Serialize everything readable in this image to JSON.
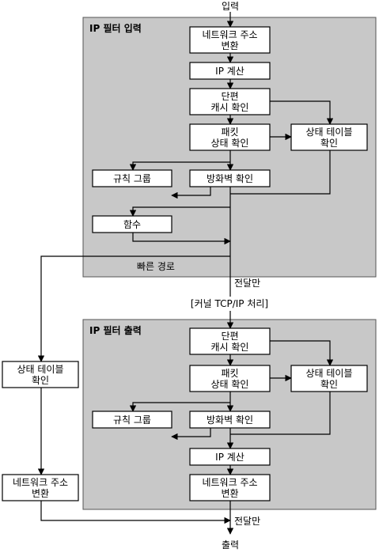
{
  "labels": {
    "input": "입력",
    "output": "출력",
    "fast_path": "빠른 경로",
    "pass_only_1": "전달만",
    "kernel": "[커널 TCP/IP 처리]",
    "pass_only_2": "전달만"
  },
  "input_panel": {
    "title": "IP 필터 입력",
    "nat": [
      "네트워크 주소",
      "변환"
    ],
    "ip_accounting": "IP 계산",
    "fragment_cache": [
      "단편",
      "캐시 확인"
    ],
    "packet_check": [
      "패킷",
      "상태 확인"
    ],
    "state_table": [
      "상태 테이블",
      "확인"
    ],
    "rule_group": "규칙 그룹",
    "firewall": "방화벽 확인",
    "function": "함수"
  },
  "output_panel": {
    "title": "IP 필터 출력",
    "fragment_cache": [
      "단편",
      "캐시 확인"
    ],
    "packet_check": [
      "패킷",
      "상태 확인"
    ],
    "state_table": [
      "상태 테이블",
      "확인"
    ],
    "rule_group": "규칙 그룹",
    "firewall": "방화벽 확인",
    "ip_accounting": "IP 계산",
    "nat": [
      "네트워크 주소",
      "변환"
    ]
  },
  "side": {
    "state_table": [
      "상태 테이블",
      "확인"
    ],
    "nat": [
      "네트워크 주소",
      "변환"
    ]
  }
}
